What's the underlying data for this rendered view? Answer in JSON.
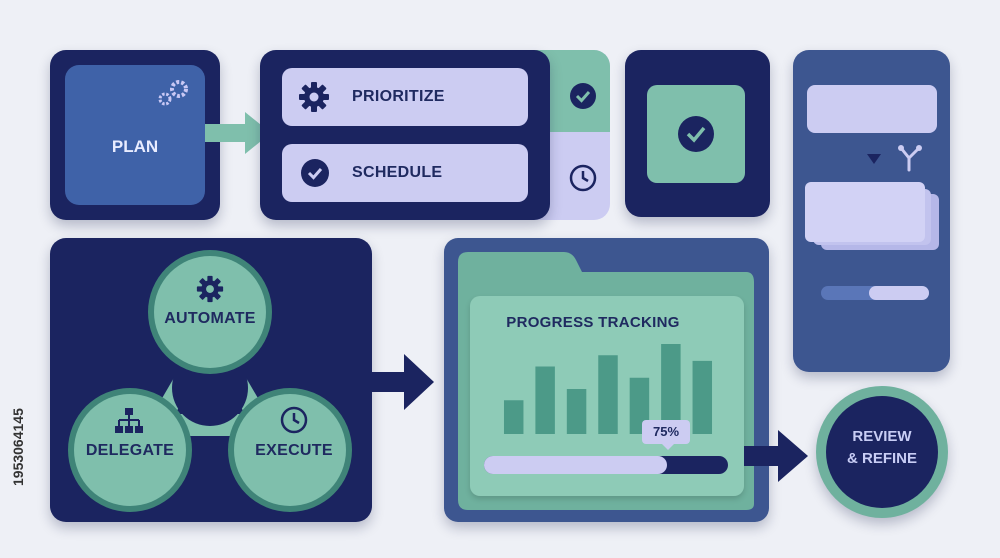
{
  "plan": {
    "label": "PLAN"
  },
  "tasks": [
    {
      "label": "PRIORITIZE",
      "icon": "gear-icon"
    },
    {
      "label": "SCHEDULE",
      "icon": "check-circle-icon"
    }
  ],
  "cycle": {
    "top": "AUTOMATE",
    "left": "DELEGATE",
    "right": "EXECUTE"
  },
  "progress": {
    "title": "PROGRESS TRACKING",
    "percent_label": "75%",
    "percent": 0.75,
    "bars": [
      3,
      6,
      4,
      7,
      5,
      8,
      6.5
    ]
  },
  "review": {
    "line1": "REVIEW",
    "line2": "& REFINE"
  },
  "watermark": "1953064145",
  "colors": {
    "navy": "#1b2460",
    "blue": "#3f62a8",
    "mint": "#7fbfac",
    "lavender": "#ccccf2"
  }
}
